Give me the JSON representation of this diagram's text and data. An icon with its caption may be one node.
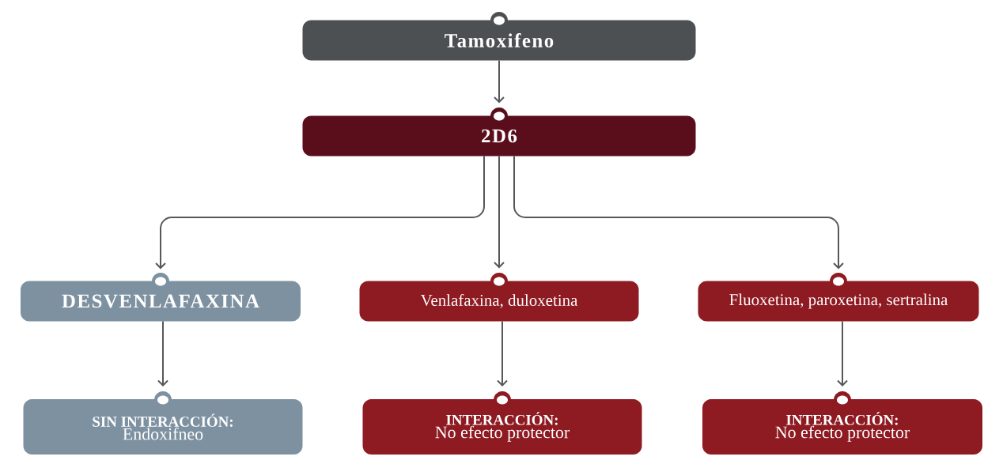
{
  "diagram": {
    "nodes": [
      {
        "text": [
          "Tamoxifeno"
        ]
      },
      {
        "text": [
          "2D6"
        ]
      },
      {
        "text": [
          "DESVENLAFAXINA"
        ]
      },
      {
        "text": [
          "Venlafaxina, duloxetina"
        ]
      },
      {
        "text": [
          "Fluoxetina, paroxetina, sertralina"
        ]
      },
      {
        "text": [
          "SIN INTERACCIÓN:",
          "Endoxifneo"
        ]
      },
      {
        "text": [
          "INTERACCIÓN:",
          "No efecto protector"
        ]
      },
      {
        "text": [
          "INTERACCIÓN:",
          "No efecto protector"
        ]
      }
    ],
    "edges": [
      {
        "from": 0,
        "to": 1,
        "arrow": "to"
      },
      {
        "from": 1,
        "to": 2,
        "arrow": "to"
      },
      {
        "from": 1,
        "to": 3,
        "arrow": "to"
      },
      {
        "from": 1,
        "to": 4,
        "arrow": "to"
      },
      {
        "from": 2,
        "to": 5,
        "arrow": "to"
      },
      {
        "from": 3,
        "to": 6,
        "arrow": "to"
      },
      {
        "from": 4,
        "to": 7,
        "arrow": "to"
      }
    ]
  }
}
